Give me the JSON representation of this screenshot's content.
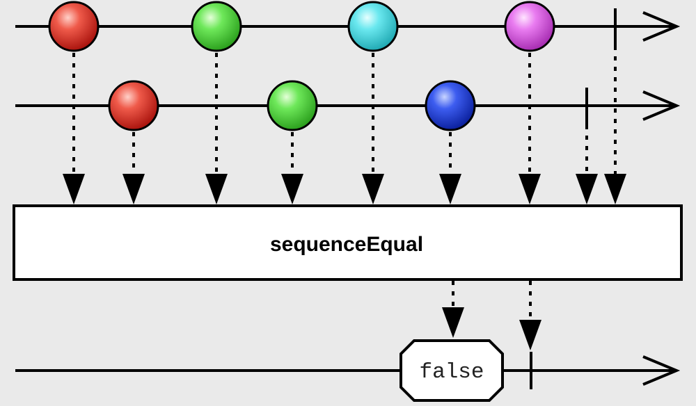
{
  "diagram": {
    "operator_label": "sequenceEqual",
    "result_label": "false",
    "colors": {
      "background": "#eaeaea",
      "line": "#000000",
      "red": "#e8302a",
      "green": "#4fdc3a",
      "cyan": "#45dde6",
      "magenta": "#e15ee8",
      "blue": "#1b3fe0"
    },
    "input_streams": [
      {
        "name": "source-1",
        "items": [
          "red",
          "green",
          "cyan",
          "magenta"
        ],
        "completes": true
      },
      {
        "name": "source-2",
        "items": [
          "red",
          "green",
          "blue"
        ],
        "completes": true
      }
    ],
    "output_stream": {
      "items": [
        "false"
      ],
      "completes": true
    }
  }
}
